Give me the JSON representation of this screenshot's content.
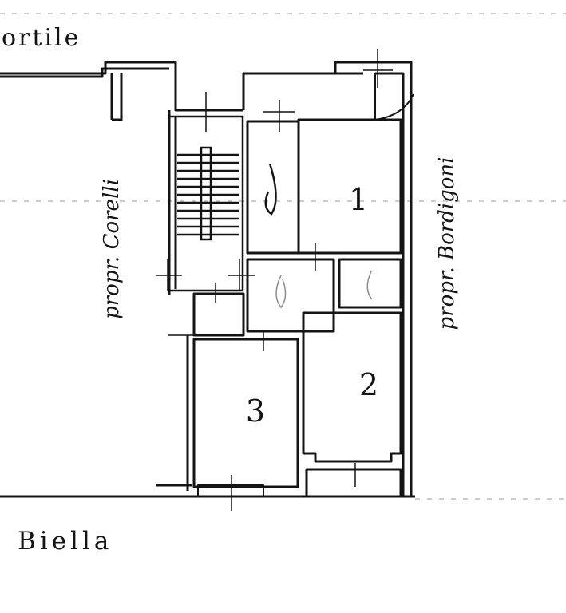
{
  "labels": {
    "street_top": "ortile",
    "street_bottom": "Biella",
    "side_left": "propr. Corelli",
    "side_right": "propr. Bordigoni"
  },
  "rooms": [
    "1",
    "2",
    "3"
  ],
  "colors": {
    "ink": "#141414",
    "paper": "#ffffff"
  }
}
